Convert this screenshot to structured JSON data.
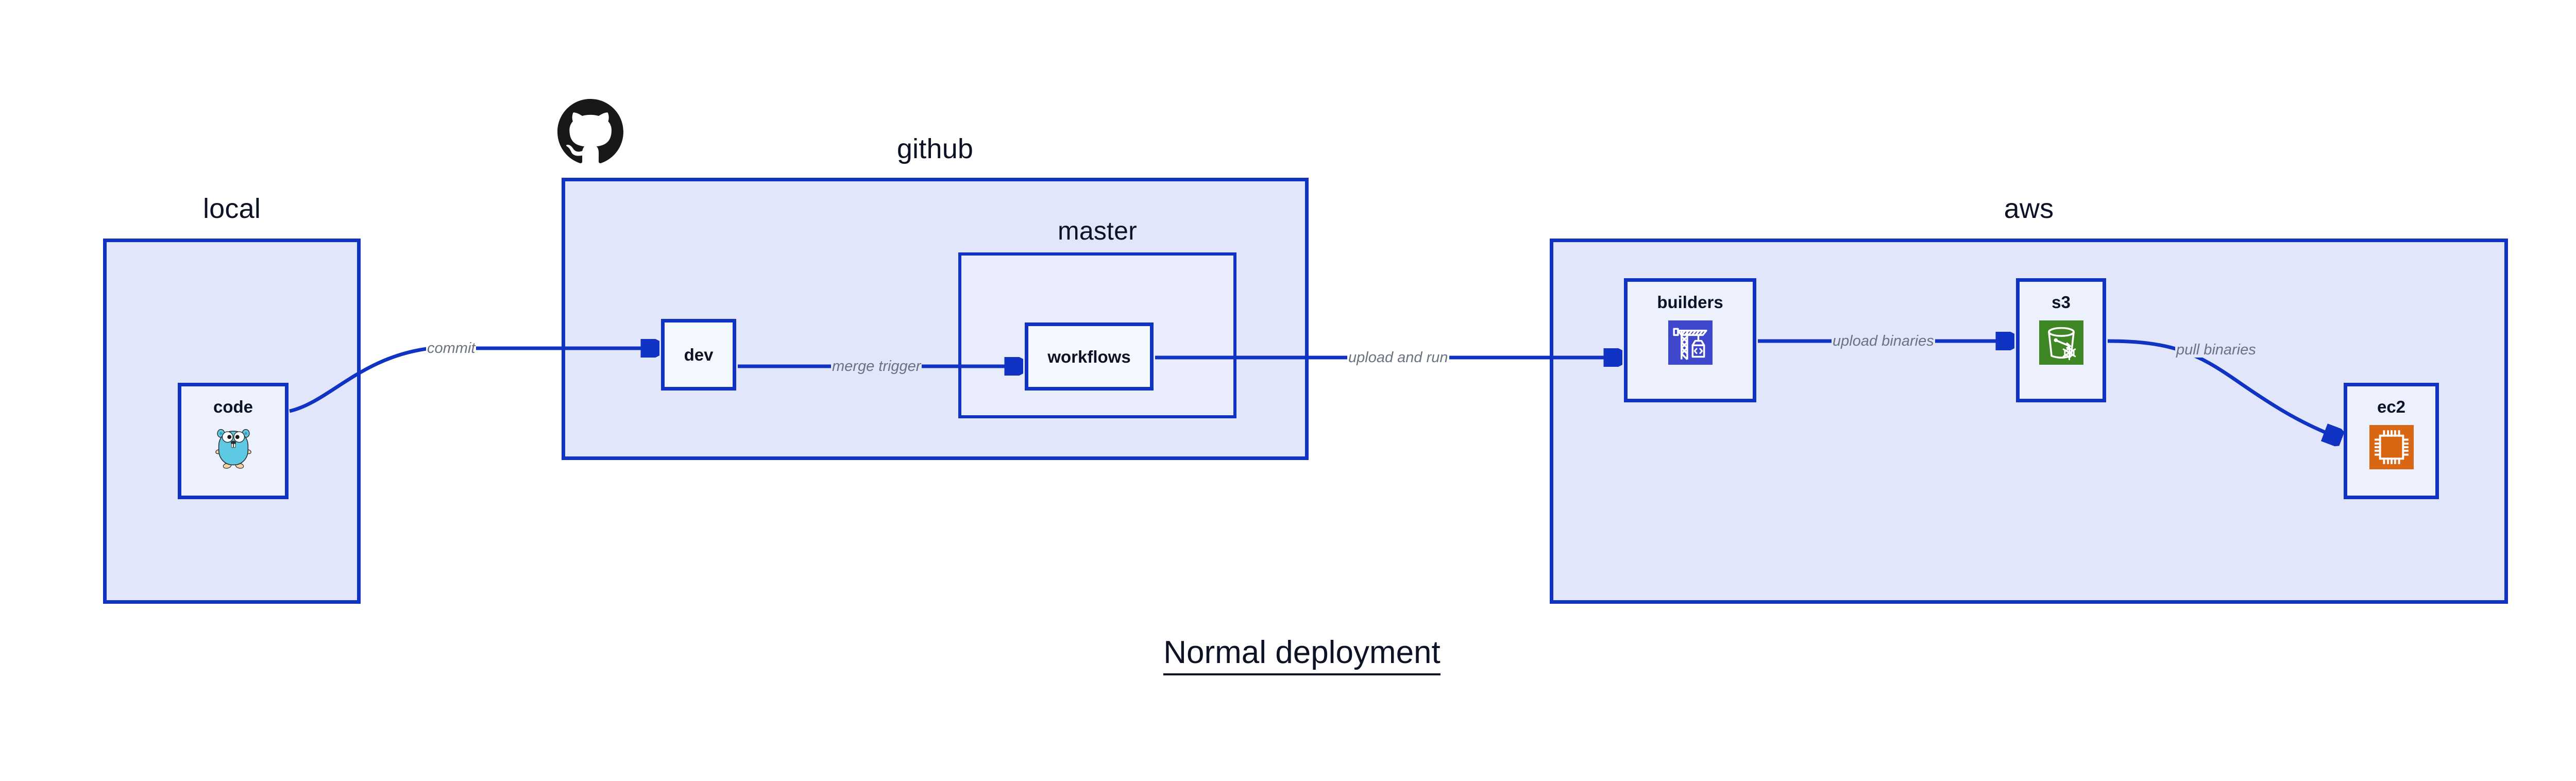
{
  "diagram": {
    "title": "Normal deployment",
    "accent_color": "#1133c4",
    "group_fill": "#e2e6fa",
    "node_fill": "#edf1fd",
    "label_color": "#6b7280"
  },
  "groups": [
    {
      "id": "local",
      "label": "local"
    },
    {
      "id": "github",
      "label": "github"
    },
    {
      "id": "master",
      "label": "master"
    },
    {
      "id": "aws",
      "label": "aws"
    }
  ],
  "nodes": [
    {
      "id": "code",
      "label": "code",
      "icon": "go-gopher-icon"
    },
    {
      "id": "dev",
      "label": "dev",
      "icon": null
    },
    {
      "id": "workflows",
      "label": "workflows",
      "icon": null
    },
    {
      "id": "builders",
      "label": "builders",
      "icon": "aws-codebuild-crane-icon",
      "icon_color": "#3f48cc"
    },
    {
      "id": "s3",
      "label": "s3",
      "icon": "aws-s3-glacier-bucket-icon",
      "icon_color": "#3f8624"
    },
    {
      "id": "ec2",
      "label": "ec2",
      "icon": "aws-ec2-chip-icon",
      "icon_color": "#d86613"
    }
  ],
  "edges": [
    {
      "id": "commit",
      "from": "code",
      "to": "dev",
      "label": "commit"
    },
    {
      "id": "merge-trigger",
      "from": "dev",
      "to": "workflows",
      "label": "merge trigger"
    },
    {
      "id": "upload-and-run",
      "from": "workflows",
      "to": "builders",
      "label": "upload and run"
    },
    {
      "id": "upload-binaries",
      "from": "builders",
      "to": "s3",
      "label": "upload binaries"
    },
    {
      "id": "pull-binaries",
      "from": "s3",
      "to": "ec2",
      "label": "pull binaries"
    }
  ],
  "marks": [
    {
      "id": "github-octocat",
      "icon": "github-octocat-icon"
    }
  ]
}
